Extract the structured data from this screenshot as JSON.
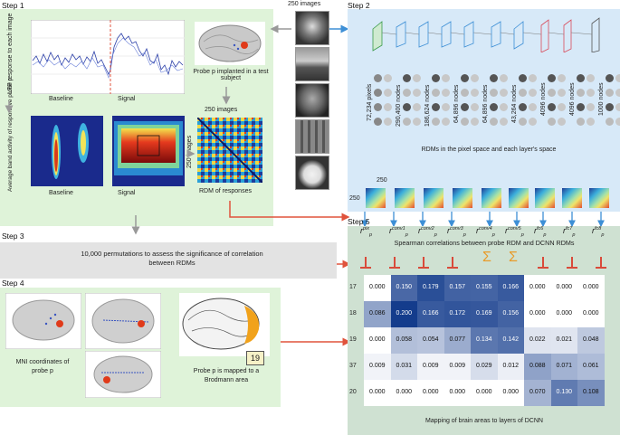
{
  "steps": {
    "step1": "Step 1",
    "step2": "Step 2",
    "step3": "Step 3",
    "step4": "Step 4",
    "step5": "Step 5"
  },
  "step1": {
    "ylabel_top": "LFP response to each image",
    "xlabel_baseline": "Baseline",
    "xlabel_signal": "Signal",
    "ylabel_bottom": "Average band activity of responsive probe p",
    "probe_caption": "Probe p implanted in a test subject",
    "rdm_header": "250 images",
    "rdm_side": "250 images",
    "rdm_caption": "RDM of responses"
  },
  "images_header": "250 images",
  "step2": {
    "node_labels": [
      "72,234 pixels",
      "290,400 nodes",
      "186,624 nodes",
      "64,896 nodes",
      "64,896 nodes",
      "43,264 nodes",
      "4096 nodes",
      "4096 nodes",
      "1000 nodes"
    ],
    "rdm_caption": "RDMs in the pixel space and each layer's space",
    "rdm_top": "250",
    "rdm_side": "250"
  },
  "step3": {
    "text": "10,000 permutations to assess the significance of correlation between RDMs"
  },
  "step4": {
    "mni_caption": "MNI coordinates of probe p",
    "mapped_caption": "Probe p is mapped to a Brodmann area",
    "area_badge": "19"
  },
  "step5": {
    "rho_labels": [
      "pix",
      "conv1",
      "conv2",
      "conv3",
      "conv4",
      "conv5",
      "fc6",
      "fc7",
      "fc8"
    ],
    "rho_symbol": "r",
    "rho_sub": "p",
    "spearman_caption": "Spearman correlations between probe RDM and DCNN RDMs",
    "sigma": "Σ",
    "bottom_caption": "Mapping of brain areas to layers of DCNN",
    "row_labels": [
      "17",
      "18",
      "19",
      "37",
      "20"
    ],
    "matrix": [
      [
        "0.000",
        "0.150",
        "0.179",
        "0.157",
        "0.155",
        "0.166",
        "0.000",
        "0.000",
        "0.000"
      ],
      [
        "0.086",
        "0.200",
        "0.166",
        "0.172",
        "0.169",
        "0.156",
        "0.000",
        "0.000",
        "0.000"
      ],
      [
        "0.000",
        "0.058",
        "0.054",
        "0.077",
        "0.134",
        "0.142",
        "0.022",
        "0.021",
        "0.048"
      ],
      [
        "0.009",
        "0.031",
        "0.009",
        "0.009",
        "0.029",
        "0.012",
        "0.088",
        "0.071",
        "0.061"
      ],
      [
        "0.000",
        "0.000",
        "0.000",
        "0.000",
        "0.000",
        "0.000",
        "0.070",
        "0.130",
        "0.108"
      ]
    ]
  },
  "colors": {
    "green_panel": "#dff3d9",
    "blue_panel": "#d7e9f8",
    "teal_panel": "#cfe1d2",
    "arrow_red": "#e0533c",
    "arrow_blue": "#3d8fd6",
    "arrow_orange": "#e89b2a"
  }
}
